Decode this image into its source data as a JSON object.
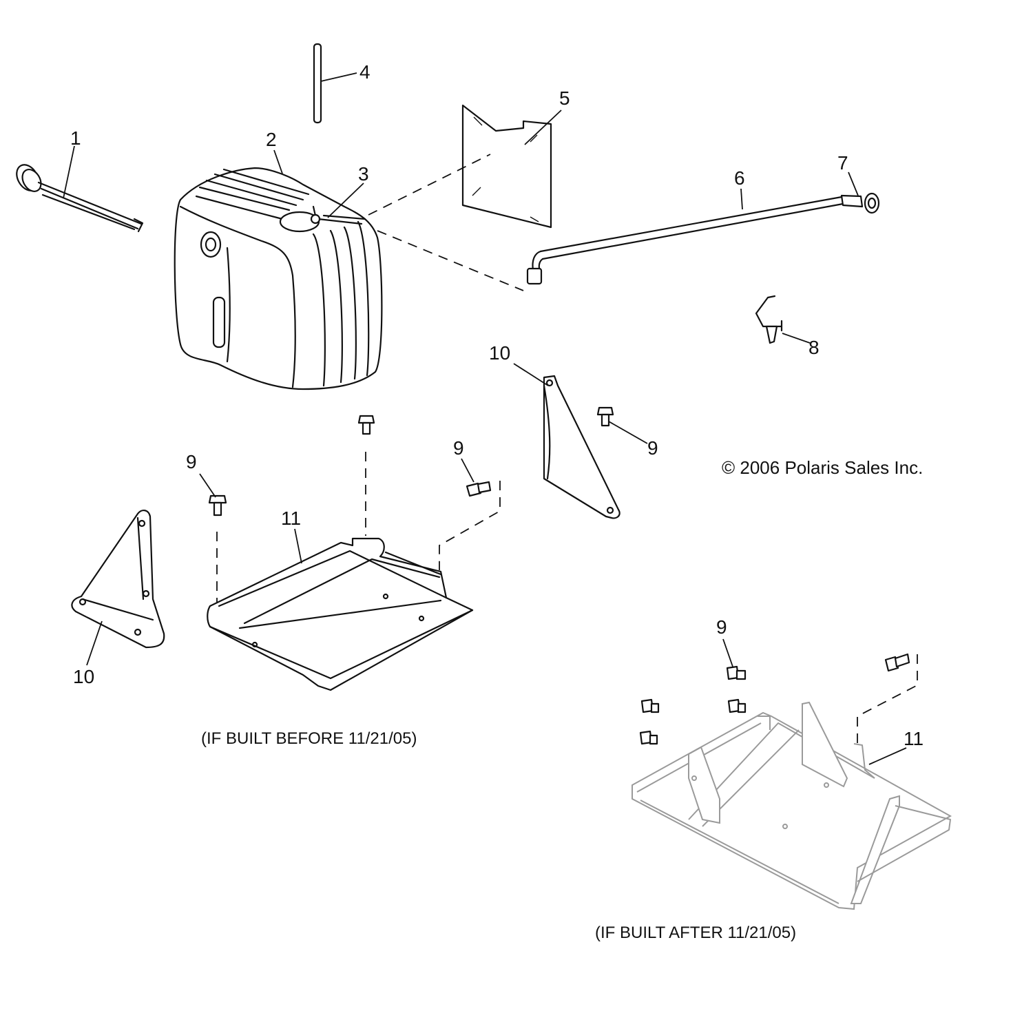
{
  "callouts": {
    "c1": "1",
    "c2": "2",
    "c3": "3",
    "c4": "4",
    "c5": "5",
    "c6": "6",
    "c7": "7",
    "c8": "8",
    "c9a": "9",
    "c9b": "9",
    "c9c": "9",
    "c9d": "9",
    "c10a": "10",
    "c10b": "10",
    "c11a": "11",
    "c11b": "11"
  },
  "captions": {
    "before": "(IF BUILT BEFORE 11/21/05)",
    "after": "(IF BUILT AFTER 11/21/05)"
  },
  "copyright": "© 2006 Polaris Sales Inc."
}
